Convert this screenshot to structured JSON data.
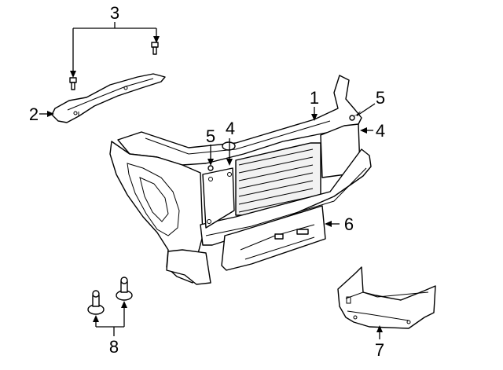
{
  "diagram": {
    "callouts": [
      {
        "id": "c1",
        "label": "1"
      },
      {
        "id": "c2",
        "label": "2"
      },
      {
        "id": "c3",
        "label": "3"
      },
      {
        "id": "c4a",
        "label": "4"
      },
      {
        "id": "c4b",
        "label": "4"
      },
      {
        "id": "c5a",
        "label": "5"
      },
      {
        "id": "c5b",
        "label": "5"
      },
      {
        "id": "c6",
        "label": "6"
      },
      {
        "id": "c7",
        "label": "7"
      },
      {
        "id": "c8",
        "label": "8"
      }
    ]
  }
}
